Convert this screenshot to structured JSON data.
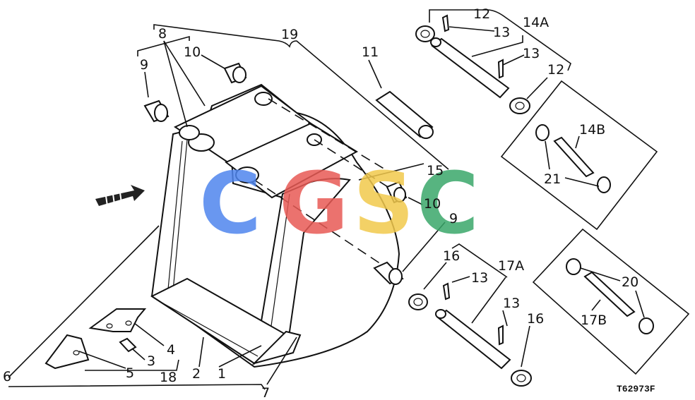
{
  "figure_ref": "T62973F",
  "watermark": {
    "text": "CGSC",
    "colors": {
      "C1": "#4f86ee",
      "G": "#e85a55",
      "S": "#f2c94c",
      "C2": "#3aa86a"
    }
  },
  "callouts": {
    "c1": "1",
    "c2": "2",
    "c3": "3",
    "c4": "4",
    "c5": "5",
    "c6": "6",
    "c7": "7",
    "c8": "8",
    "c9a": "9",
    "c9b": "9",
    "c10a": "10",
    "c10b": "10",
    "c11": "11",
    "c12a": "12",
    "c12b": "12",
    "c13a": "13",
    "c13b": "13",
    "c13c": "13",
    "c13d": "13",
    "c14a": "14A",
    "c14b": "14B",
    "c15": "15",
    "c16a": "16",
    "c16b": "16",
    "c17a": "17A",
    "c17b": "17B",
    "c18": "18",
    "c19": "19",
    "c20": "20",
    "c21": "21"
  }
}
